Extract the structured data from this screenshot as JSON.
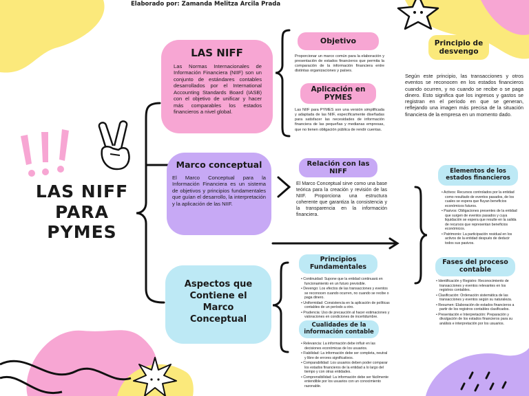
{
  "author": "Elaborado por: Zamanda Melitza Arcila Prada",
  "main_title": [
    "LAS NIFF",
    "PARA",
    "PYMES"
  ],
  "colors": {
    "pink": "#f7a6d3",
    "lavender": "#c7a9f5",
    "light_blue": "#bde9f5",
    "yellow": "#fbe97b",
    "dark": "#111111"
  },
  "icons": [
    "exclamation-marks-icon",
    "peace-hand-icon",
    "star-icon",
    "sun-burst-icon"
  ],
  "las_niff": {
    "title": "LAS NIFF",
    "text": "Las Normas Internacionales de Información Financiera (NIIF) son un conjunto de estándares contables desarrollados por el International Accounting Standards Board (IASB) con el objetivo de unificar y hacer más comparables los estados financieros a nivel global."
  },
  "objetivo": {
    "title": "Objetivo",
    "text": "Proporcionar un marco común para la elaboración y presentación de estados financieros que permita la comparación de la información financiera entre distintas organizaciones y países."
  },
  "aplicacion": {
    "title": "Aplicación en PYMES",
    "text": "Las NIIF para PYMES son una versión simplificada y adaptada de las NIIF, específicamente diseñadas para satisfacer las necesidades de información financiera de las pequeñas y medianas empresas, que no tienen obligación pública de rendir cuentas."
  },
  "devengo": {
    "title": "Principio de desvengo",
    "text": "Según este principio, las transacciones y otros eventos se reconocen en los estados financieros cuando ocurren, y no cuando se recibe o se paga dinero. Esto significa que los ingresos y gastos se registran en el período en que se generan, reflejando una imagen más precisa de la situación financiera de la empresa en un momento dado."
  },
  "marco": {
    "title": "Marco conceptual",
    "text": "El Marco Conceptual para la Información Financiera es un sistema de objetivos y principios fundamentales que guían el desarrollo, la interpretación y la aplicación de las NIIF."
  },
  "relacion": {
    "title": "Relación con las NIFF",
    "text": "El Marco Conceptual sirve como una base teórica para la creación y revisión de las NIIF. Proporciona una estructura coherente que garantiza la consistencia y la transparencia en la información financiera."
  },
  "elementos": {
    "title": "Elementos de los estados financieros",
    "items": [
      "Activos: Recursos controlados por la entidad como resultado de eventos pasados, de los cuales se espera que fluyan beneficios económicos futuros.",
      "Pasivos: Obligaciones presentes de la entidad que surgen de eventos pasados y cuya liquidación se espera que resulte en la salida de recursos que representan beneficios económicos.",
      "Patrimonio: La participación residual en los activos de la entidad después de deducir todos sus pasivos."
    ]
  },
  "aspectos": {
    "title": "Aspectos que Contiene el Marco Conceptual"
  },
  "principios": {
    "title": "Principios Fundamentales",
    "items": [
      "Continuidad: Supone que la entidad continuará en funcionamiento en un futuro previsible.",
      "Devengo: Los efectos de las transacciones y eventos se reconocen cuando ocurren, no cuando se recibe o paga dinero.",
      "Uniformidad: Consistencia en la aplicación de políticas contables de un período a otro.",
      "Prudencia: Uso de precaución al hacer estimaciones y valoraciones en condiciones de incertidumbre."
    ]
  },
  "cualidades": {
    "title": "Cualidades de la información contable",
    "items": [
      "Relevancia: La información debe influir en las decisiones económicas de los usuarios.",
      "Fiabilidad: La información debe ser completa, neutral y libre de errores significativos.",
      "Comparabilidad: Los usuarios deben poder comparar los estados financieros de la entidad a lo largo del tiempo y con otras entidades.",
      "Comprensibilidad: La información debe ser fácilmente entendible por los usuarios con un conocimiento razonable."
    ]
  },
  "fases": {
    "title": "Fases del proceso contable",
    "items": [
      "Identificación y Registro: Reconocimiento de transacciones y eventos relevantes en los registros contables.",
      "Clasificación: Ordenación sistemática de las transacciones y eventos según su naturaleza.",
      "Resumen: Elaboración de estados financieros a partir de los registros contables clasificados.",
      "Presentación e Interpretación: Preparación y divulgación de los estados financieros para su análisis e interpretación por los usuarios."
    ]
  }
}
